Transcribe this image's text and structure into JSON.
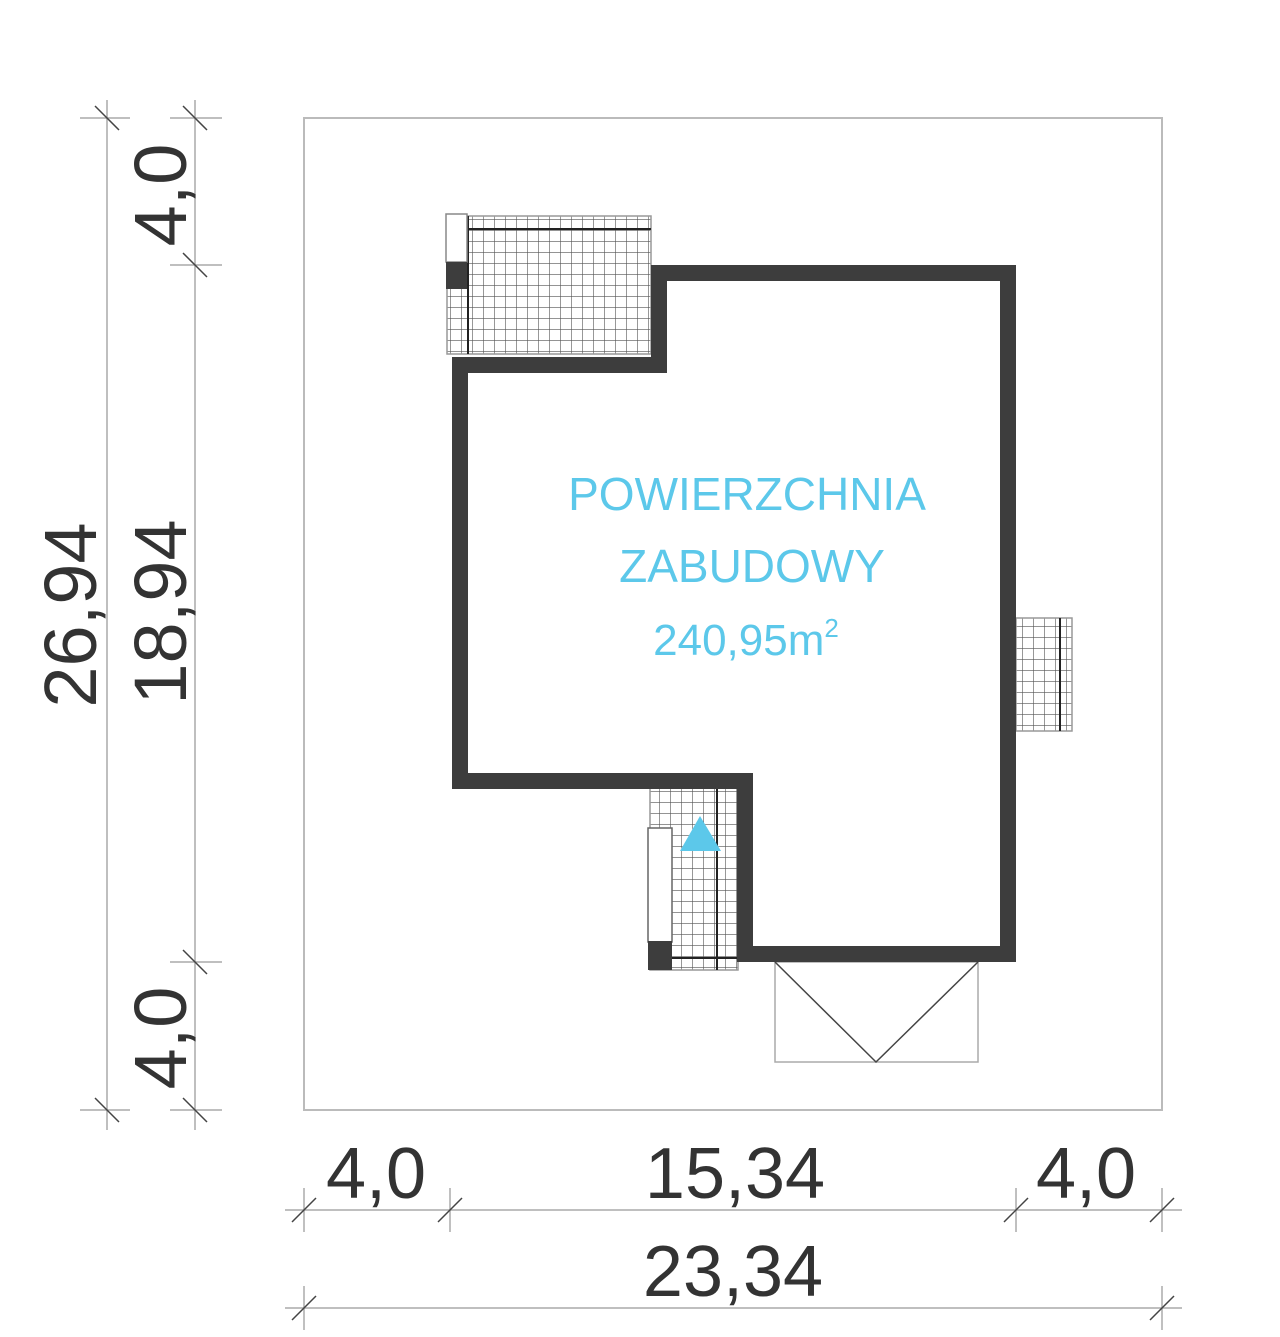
{
  "area_label": {
    "line1": "POWIERZCHNIA",
    "line2": "ZABUDOWY",
    "value": "240,95m",
    "unit_sup": "2"
  },
  "dimensions": {
    "left_total": "26,94",
    "left_building": "18,94",
    "left_top": "4,0",
    "left_bottom": "4,0",
    "bottom_left": "4,0",
    "bottom_building": "15,34",
    "bottom_right": "4,0",
    "bottom_total": "23,34"
  },
  "colors": {
    "wall": "#3d3d3d",
    "accent": "#5cc8ea",
    "line": "#b5b5b5"
  }
}
